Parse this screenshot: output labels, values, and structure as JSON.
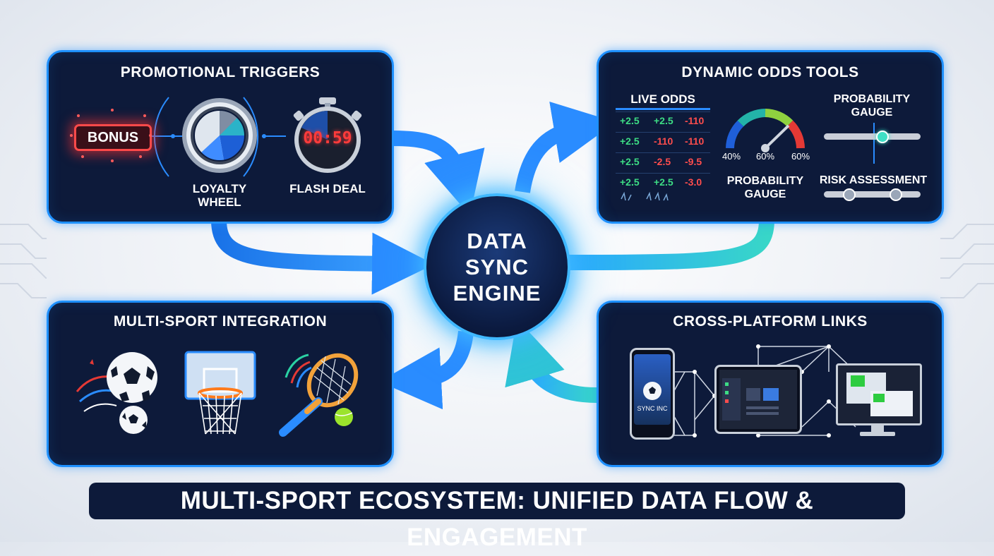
{
  "engine": {
    "line1": "DATA",
    "line2": "SYNC",
    "line3": "ENGINE"
  },
  "banner": {
    "text": "MULTI-SPORT ECOSYSTEM: UNIFIED DATA FLOW & ENGAGEMENT"
  },
  "promotional": {
    "title": "PROMOTIONAL TRIGGERS",
    "bonus": "BONUS",
    "loyalty_line1": "LOYALTY",
    "loyalty_line2": "WHEEL",
    "timer": "00:59",
    "flash": "FLASH DEAL"
  },
  "odds": {
    "title": "DYNAMIC ODDS TOOLS",
    "live_title": "LIVE ODDS",
    "rows": [
      [
        "+2.5",
        "+2.5",
        "-110"
      ],
      [
        "+2.5",
        "-110",
        "-110"
      ],
      [
        "+2.5",
        "-2.5",
        "-9.5"
      ],
      [
        "+2.5",
        "+2.5",
        "-3.0"
      ]
    ],
    "gauge_ticks": [
      "40%",
      "60%",
      "60%"
    ],
    "gauge_label_line1": "PROBABILITY",
    "gauge_label_line2": "GAUGE",
    "prob_line1": "PROBABILITY",
    "prob_line2": "GAUGE",
    "risk": "RISK ASSESSMENT"
  },
  "multisport": {
    "title": "MULTI-SPORT INTEGRATION"
  },
  "cross": {
    "title": "CROSS-PLATFORM LINKS",
    "phone_text": "SYNC INC"
  },
  "colors": {
    "panel_bg": "#0d1a3a",
    "panel_border": "#1e90ff",
    "bonus_red": "#ff3b3b",
    "odds_green": "#3ddc84",
    "odds_red": "#ff4d4d",
    "accent_teal": "#3fe0c5"
  }
}
